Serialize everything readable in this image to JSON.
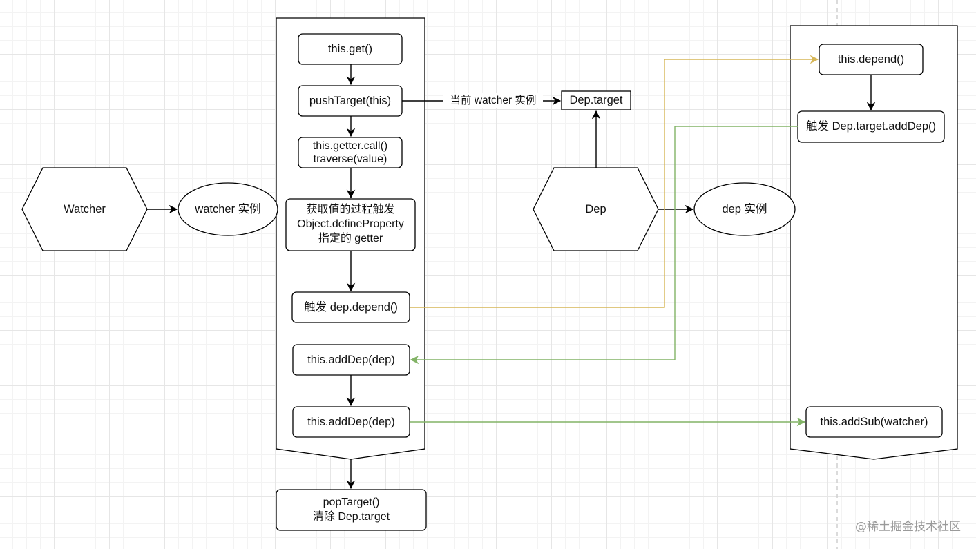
{
  "nodes": {
    "watcher": "Watcher",
    "watcher_instance": "watcher 实例",
    "this_get": "this.get()",
    "push_target": "pushTarget(this)",
    "getter_call": "this.getter.call()\ntraverse(value)",
    "define_property": "获取值的过程触发\nObject.defineProperty\n指定的 getter",
    "trigger_depend": "触发 dep.depend()",
    "add_dep_1": "this.addDep(dep)",
    "add_dep_2": "this.addDep(dep)",
    "pop_target": "popTarget()\n清除 Dep.target",
    "dep": "Dep",
    "dep_target": "Dep.target",
    "dep_instance": "dep 实例",
    "this_depend": "this.depend()",
    "trigger_add_dep": "触发 Dep.target.addDep()",
    "add_sub": "this.addSub(watcher)"
  },
  "edges": {
    "current_watcher_label": "当前 watcher 实例"
  },
  "colors": {
    "stroke": "#000000",
    "yellow_edge": "#d6b656",
    "green_edge": "#82b366"
  },
  "watermark": "@稀土掘金技术社区"
}
